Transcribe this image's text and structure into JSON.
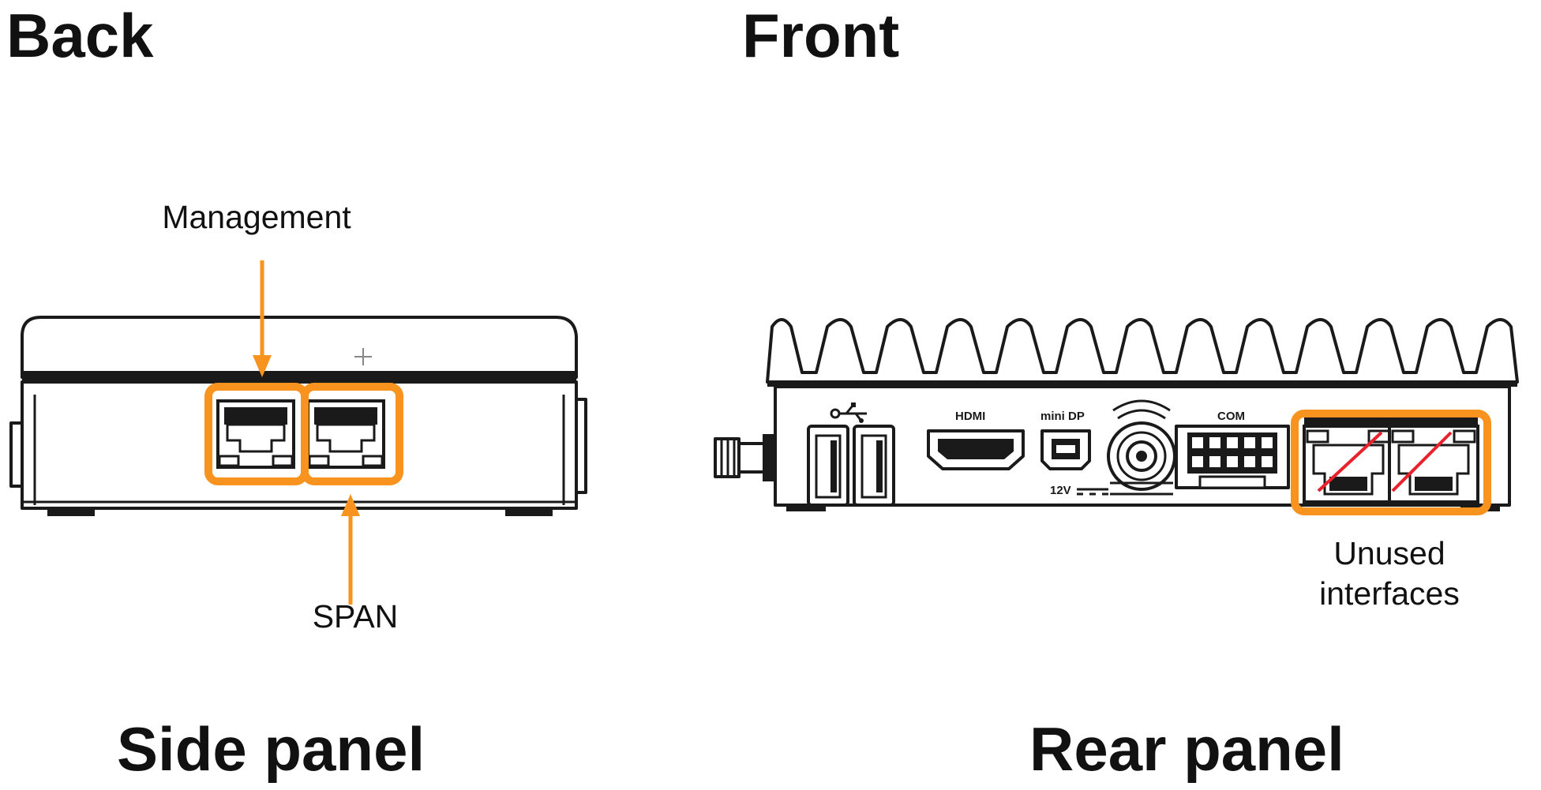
{
  "titles": {
    "back": "Back",
    "front": "Front",
    "side_panel": "Side panel",
    "rear_panel": "Rear panel"
  },
  "labels": {
    "management": "Management",
    "span": "SPAN",
    "unused_line1": "Unused",
    "unused_line2": "interfaces"
  },
  "port_labels": {
    "hdmi": "HDMI",
    "mini_dp": "mini DP",
    "com": "COM",
    "power": "12V"
  },
  "colors": {
    "highlight": "#f7931e",
    "strike": "#e8212b"
  }
}
